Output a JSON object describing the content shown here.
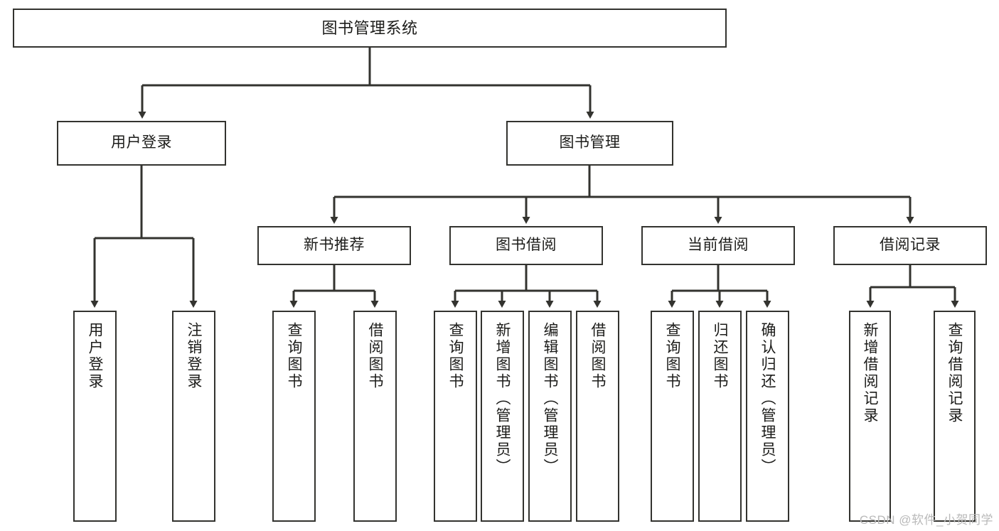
{
  "diagram": {
    "title_node": {
      "label": "图书管理系统"
    },
    "level2": [
      {
        "label": "用户登录"
      },
      {
        "label": "图书管理"
      }
    ],
    "level3": [
      {
        "label": "新书推荐"
      },
      {
        "label": "图书借阅"
      },
      {
        "label": "当前借阅"
      },
      {
        "label": "借阅记录"
      }
    ],
    "leaves": {
      "user_login": [
        {
          "label": "用户登录"
        },
        {
          "label": "注销登录"
        }
      ],
      "new_book_recommend": [
        {
          "label": "查询图书"
        },
        {
          "label": "借阅图书"
        }
      ],
      "book_borrow": [
        {
          "label": "查询图书"
        },
        {
          "label": "新增图书（管理员）"
        },
        {
          "label": "编辑图书（管理员）"
        },
        {
          "label": "借阅图书"
        }
      ],
      "current_borrow": [
        {
          "label": "查询图书"
        },
        {
          "label": "归还图书"
        },
        {
          "label": "确认归还（管理员）"
        }
      ],
      "borrow_record": [
        {
          "label": "新增借阅记录"
        },
        {
          "label": "查询借阅记录"
        }
      ]
    },
    "watermark": {
      "text": "CSDN @软件_小贺同学"
    },
    "colors": {
      "box_border": "#33332f",
      "connector": "#33332f",
      "background": "#ffffff",
      "text": "#1c1c1a",
      "watermark": "#b9b9b9"
    }
  }
}
